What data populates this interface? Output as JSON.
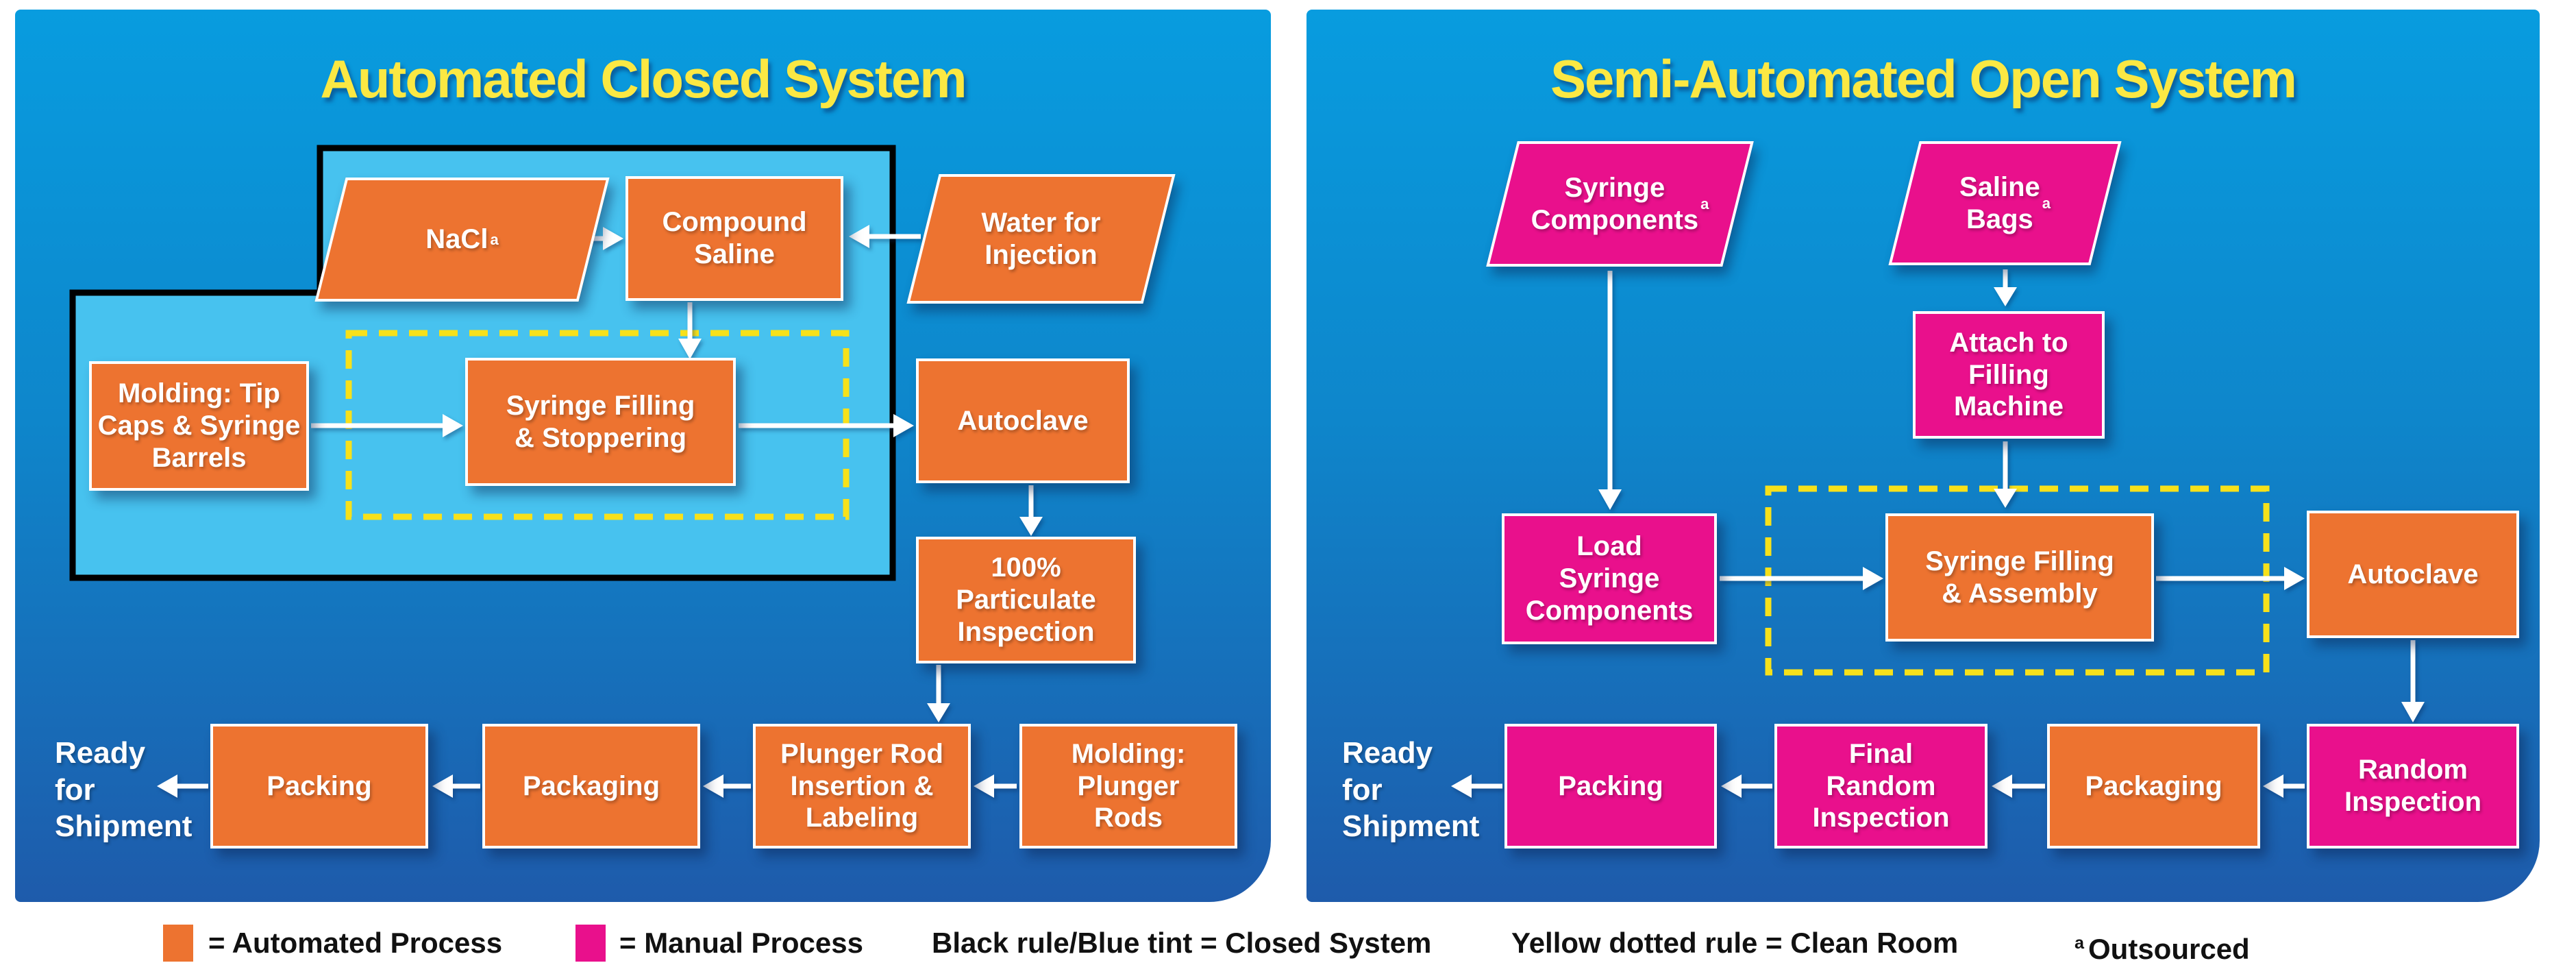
{
  "colors": {
    "automated": "#ED7330",
    "manual": "#E9108C",
    "panel_top": "#089CDF",
    "panel_bottom": "#1E5BAB",
    "closed_tint": "#47C2EF",
    "closed_rule": "#000000",
    "clean_rule": "#F7E11A",
    "title_yellow": "#FBE843",
    "arrow": "#FFFFFF"
  },
  "panels": {
    "left": {
      "title": "Automated Closed System",
      "ready_label": "Ready\nfor\nShipment",
      "nodes": {
        "nacl": {
          "label": "NaCl",
          "sup": "a",
          "type": "automated",
          "shape": "parallelogram"
        },
        "compound_saline": {
          "label": "Compound\nSaline",
          "type": "automated"
        },
        "water_for_injection": {
          "label": "Water for\nInjection",
          "type": "automated",
          "shape": "parallelogram"
        },
        "molding_tip_caps": {
          "label": "Molding: Tip\nCaps & Syringe\nBarrels",
          "type": "automated"
        },
        "syringe_filling_stoppering": {
          "label": "Syringe Filling\n& Stoppering",
          "type": "automated"
        },
        "autoclave": {
          "label": "Autoclave",
          "type": "automated"
        },
        "particulate_inspection": {
          "label": "100%\nParticulate\nInspection",
          "type": "automated"
        },
        "plunger_rod_insertion": {
          "label": "Plunger Rod\nInsertion &\nLabeling",
          "type": "automated"
        },
        "molding_plunger_rods": {
          "label": "Molding:\nPlunger\nRods",
          "type": "automated"
        },
        "packaging": {
          "label": "Packaging",
          "type": "automated"
        },
        "packing": {
          "label": "Packing",
          "type": "automated"
        }
      }
    },
    "right": {
      "title": "Semi-Automated Open System",
      "ready_label": "Ready\nfor\nShipment",
      "nodes": {
        "syringe_components": {
          "label": "Syringe\nComponents",
          "sup": "a",
          "type": "manual",
          "shape": "parallelogram"
        },
        "saline_bags": {
          "label": "Saline\nBags",
          "sup": "a",
          "type": "manual",
          "shape": "parallelogram"
        },
        "attach_to_filling_machine": {
          "label": "Attach to\nFilling\nMachine",
          "type": "manual"
        },
        "load_syringe_components": {
          "label": "Load\nSyringe\nComponents",
          "type": "manual"
        },
        "syringe_filling_assembly": {
          "label": "Syringe Filling\n& Assembly",
          "type": "automated"
        },
        "autoclave": {
          "label": "Autoclave",
          "type": "automated"
        },
        "random_inspection": {
          "label": "Random\nInspection",
          "type": "manual"
        },
        "packaging": {
          "label": "Packaging",
          "type": "automated"
        },
        "final_random_inspection": {
          "label": "Final\nRandom\nInspection",
          "type": "manual"
        },
        "packing": {
          "label": "Packing",
          "type": "manual"
        }
      }
    }
  },
  "legend": {
    "automated": {
      "label": "= Automated Process"
    },
    "manual": {
      "label": "= Manual Process"
    },
    "closed_system": {
      "label": "Black rule/Blue tint = Closed System"
    },
    "clean_room": {
      "label": "Yellow dotted rule = Clean Room"
    },
    "outsourced": {
      "sup": "a",
      "label": "Outsourced"
    }
  }
}
